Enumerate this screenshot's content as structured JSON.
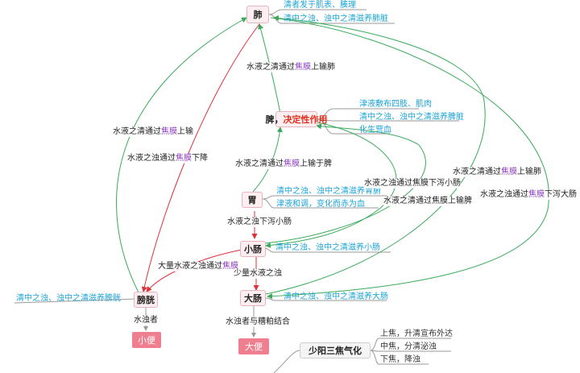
{
  "nodes": {
    "lung": "肺",
    "spleen_name": "脾，",
    "spleen_role": "决定性作用",
    "stomach": "胃",
    "small_intestine": "小肠",
    "large_intestine": "大肠",
    "bladder": "膀胱",
    "urine": "小便",
    "stool": "大便",
    "sanjiao": "少阳三焦气化"
  },
  "notes": {
    "lung_1": "清者发于肌表、腠理",
    "lung_2": "清中之浊、浊中之清滋养肺脏",
    "spleen_1": "津液敷布四肢、肌肉",
    "spleen_2": "清中之浊、浊中之清滋养脾脏",
    "spleen_3": "化生营血",
    "stomach_1": "清中之浊、浊中之清滋养胃腑",
    "stomach_2": "津液和调，变化而赤为血",
    "small_1": "清中之浊、浊中之清滋养小肠",
    "large_1": "清中之浊、浊中之清滋养大肠",
    "bladder_1": "清中之浊、浊中之清滋养膀胱",
    "sanjiao_1": "上焦，升清宣布外达",
    "sanjiao_2": "中焦，分清泌浊",
    "sanjiao_3": "下焦，降浊"
  },
  "edge_labels": {
    "spleen_to_lung": {
      "pre": "水液之清通过",
      "hl": "焦膜",
      "post": "上输肺"
    },
    "bladder_up": {
      "pre": "水液之清通过",
      "hl": "焦膜",
      "post": "上输"
    },
    "lung_down": {
      "pre": "水液之浊通过",
      "hl": "焦膜",
      "post": "下降"
    },
    "stomach_to_spleen": {
      "pre": "水液之清通过",
      "hl": "焦膜",
      "post": "上输于脾"
    },
    "spleen_to_small": {
      "pre": "水液之浊通过焦膜下泻小肠",
      "hl": "",
      "post": ""
    },
    "large_to_lung": {
      "pre": "水液之清通过",
      "hl": "焦膜",
      "post": "上输肺"
    },
    "small_to_spleen": {
      "pre": "水液之清通过焦膜上输脾",
      "hl": "",
      "post": ""
    },
    "lung_to_large": {
      "pre": "水液之浊通过",
      "hl": "焦膜",
      "post": "下泻大肠"
    },
    "stomach_to_small": {
      "pre": "水液之浊下泻小肠",
      "hl": "",
      "post": ""
    },
    "small_to_bladder": {
      "pre": "大量水液之浊通过",
      "hl": "焦膜",
      "post": ""
    },
    "small_to_large": {
      "pre": "少量水液之浊",
      "hl": "",
      "post": ""
    },
    "bladder_to_urine": {
      "pre": "水浊者",
      "hl": "",
      "post": ""
    },
    "large_to_stool": {
      "pre": "水浊者与糟粕结合",
      "hl": "",
      "post": ""
    }
  },
  "colors": {
    "node_fill": "#fdeef1",
    "node_border": "#e7b3bf",
    "terminal_fill": "#ef7f8f",
    "note_text": "#1aa3d6",
    "highlight": "#8a3cc2",
    "key_red": "#e0301e",
    "up_arrow": "#3aaa5a",
    "down_arrow": "#e0303a"
  }
}
